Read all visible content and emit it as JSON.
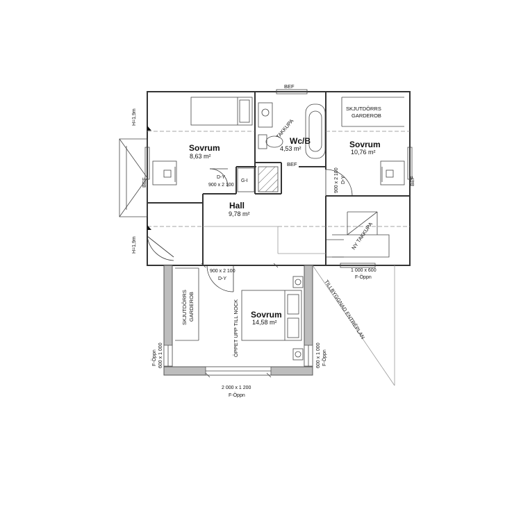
{
  "rooms": {
    "sovrum_nw": {
      "name": "Sovrum",
      "area": "8,63 m²"
    },
    "wc": {
      "name": "Wc/B",
      "area": "4,53 m²"
    },
    "sovrum_ne": {
      "name": "Sovrum",
      "area": "10,76 m²"
    },
    "hall": {
      "name": "Hall",
      "area": "9,78 m²"
    },
    "sovrum_s": {
      "name": "Sovrum",
      "area": "14,58 m²"
    }
  },
  "labels": {
    "bef_top": "BEF",
    "bef_left": "BEF",
    "bef_right": "BEF",
    "bef_wc": "BEF",
    "h_top": "H=1,9m",
    "h_bottom": "H=1,9m",
    "garderob_ne_1": "SKJUTDÖRRS",
    "garderob_ne_2": "GARDEROB",
    "garderob_s_1": "SKJUTDÖRRS",
    "garderob_s_2": "GARDEROB",
    "takkupa": "TAKKUPA",
    "ny_takkupa": "NY TAKKUPA",
    "gi": "G-I",
    "door_nw_type": "D-Y",
    "door_nw_size": "900 x 2 100",
    "door_ne_type": "D-Y",
    "door_ne_size": "900 x 2 100",
    "door_s_size": "900 x 2 100",
    "door_s_type": "D-Y",
    "window_ne_size": "1 000 x 600",
    "window_ne_type": "F-Öppn",
    "window_sw_type": "F-Öppn",
    "window_sw_size": "600 x 1 000",
    "window_se_size": "600 x 1 000",
    "window_se_type": "F-Öppn",
    "window_s_size": "2 000 x 1 200",
    "window_s_type": "F-Öppn",
    "oppet": "ÖPPET UPP TILL NOCK",
    "tillbyggnad": "TILLBYGGNAD ENTRÉPLAN"
  }
}
